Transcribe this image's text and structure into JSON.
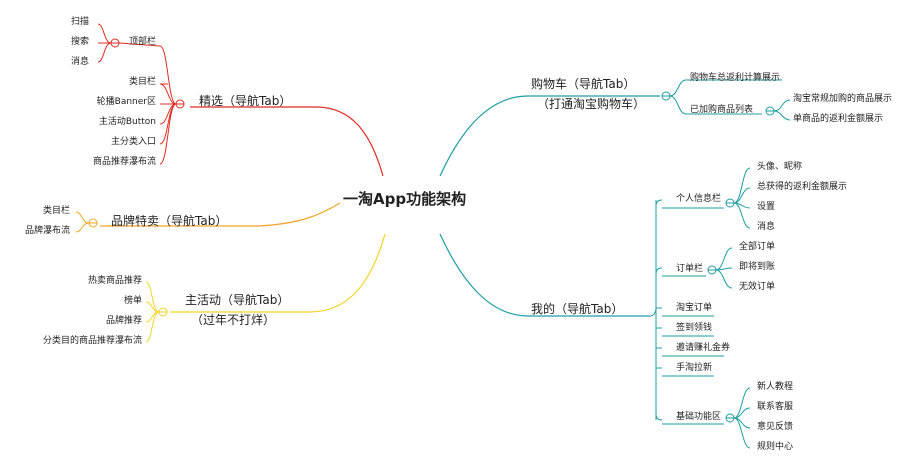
{
  "root": "一淘App功能架构",
  "colors": {
    "red": "#e02b20",
    "orange": "#f2a427",
    "yellow": "#f5d327",
    "teal": "#1e9da3"
  },
  "left": {
    "jingxuan": {
      "label": "精选（导航Tab）",
      "top_group": {
        "label": "顶部栏",
        "items": [
          "扫描",
          "搜索",
          "消息"
        ]
      },
      "items": [
        "类目栏",
        "轮播Banner区",
        "主活动Button",
        "主分类入口",
        "商品推荐瀑布流"
      ]
    },
    "pinpai": {
      "label": "品牌特卖（导航Tab）",
      "items": [
        "类目栏",
        "品牌瀑布流"
      ]
    },
    "zhuhuodong": {
      "label_line1": "主活动（导航Tab）",
      "label_line2": "（过年不打烊）",
      "items": [
        "热卖商品推荐",
        "榜单",
        "品牌推荐",
        "分类目的商品推荐瀑布流"
      ]
    }
  },
  "right": {
    "gouwuche": {
      "label_line1": "购物车（导航Tab）",
      "label_line2": "（打通淘宝购物车）",
      "items": [
        "购物车总返利计算展示",
        "已加购商品列表"
      ],
      "sub_items": [
        "淘宝常规加购的商品展示",
        "单商品的返利金额展示"
      ]
    },
    "wode": {
      "label": "我的（导航Tab）",
      "geren": {
        "label": "个人信息栏",
        "items": [
          "头像、昵称",
          "总获得的返利金额展示",
          "设置",
          "消息"
        ]
      },
      "dingdan": {
        "label": "订单栏",
        "items": [
          "全部订单",
          "即将到账",
          "无效订单"
        ]
      },
      "items": [
        "淘宝订单",
        "签到领钱",
        "邀请赚礼金券",
        "手淘拉新"
      ],
      "jichu": {
        "label": "基础功能区",
        "items": [
          "新人教程",
          "联系客服",
          "意见反馈",
          "规则中心"
        ]
      }
    }
  }
}
